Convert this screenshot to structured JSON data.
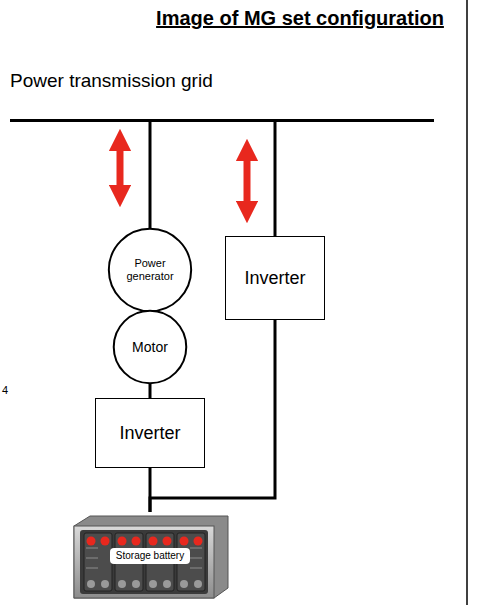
{
  "diagram": {
    "title": "Image of MG set configuration",
    "nodes": [
      {
        "text": [
          "Power transmission grid"
        ]
      },
      {
        "text": [
          "Power generator"
        ]
      },
      {
        "text": [
          "Motor"
        ]
      },
      {
        "text": [
          "Inverter"
        ]
      },
      {
        "text": [
          "Inverter"
        ]
      },
      {
        "text": [
          "Storage battery"
        ]
      }
    ],
    "edges": [
      {
        "from": 0,
        "to": 1,
        "arrow": "none"
      },
      {
        "from": 1,
        "to": 2,
        "arrow": "none"
      },
      {
        "from": 2,
        "to": 3,
        "arrow": "none"
      },
      {
        "from": 3,
        "to": 5,
        "arrow": "none"
      },
      {
        "from": 0,
        "to": 4,
        "arrow": "none"
      },
      {
        "from": 4,
        "to": 5,
        "arrow": "none"
      }
    ],
    "labels": [
      "4"
    ]
  }
}
